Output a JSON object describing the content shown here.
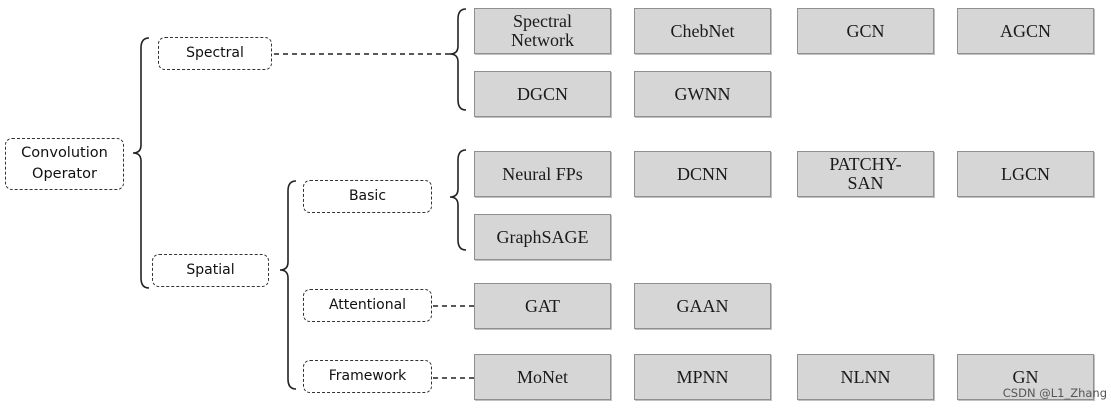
{
  "root": {
    "label_line1": "Convolution",
    "label_line2": "Operator"
  },
  "categories": {
    "spectral": "Spectral",
    "spatial": "Spatial",
    "basic": "Basic",
    "attentional": "Attentional",
    "framework": "Framework"
  },
  "methods": {
    "spectral_row1": [
      "Spectral Network",
      "ChebNet",
      "GCN",
      "AGCN"
    ],
    "spectral_row2": [
      "DGCN",
      "GWNN"
    ],
    "basic_row1": [
      "Neural FPs",
      "DCNN",
      "PATCHY-SAN",
      "LGCN"
    ],
    "basic_row2": [
      "GraphSAGE"
    ],
    "attentional": [
      "GAT",
      "GAAN"
    ],
    "framework": [
      "MoNet",
      "MPNN",
      "NLNN",
      "GN"
    ]
  },
  "watermark": "CSDN @L1_Zhang"
}
